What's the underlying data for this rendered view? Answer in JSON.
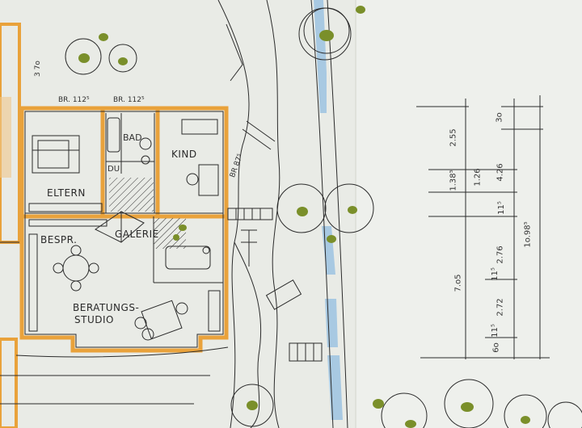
{
  "rooms": {
    "eltern": "ELTERN",
    "bad": "BAD",
    "du": "DU",
    "kind": "KIND",
    "bespr": "BESPR.",
    "galerie": "GALERIE",
    "studio_line1": "BERATUNGS-",
    "studio_line2": "STUDIO"
  },
  "annotations": {
    "br_left": "BR. 112⁵",
    "br_right": "BR. 112⁵",
    "br_door": "BR 87⁵",
    "side_dim": "3 7o"
  },
  "dimensions": {
    "outer_total": "1o.98⁵",
    "col_a": [
      "2.55",
      "1.38⁵",
      "7.o5"
    ],
    "col_b": [
      "1.26",
      "11⁵",
      "2.76",
      "11⁵",
      "2.72",
      "11⁵",
      "6o"
    ],
    "col_c": [
      "3o",
      "4.26"
    ]
  },
  "colors": {
    "paper": "#e9ebe6",
    "wall": "#e9a23b",
    "ink": "#2b2b2b",
    "water": "#9cc3e0",
    "tree": "#7a8f2a"
  }
}
